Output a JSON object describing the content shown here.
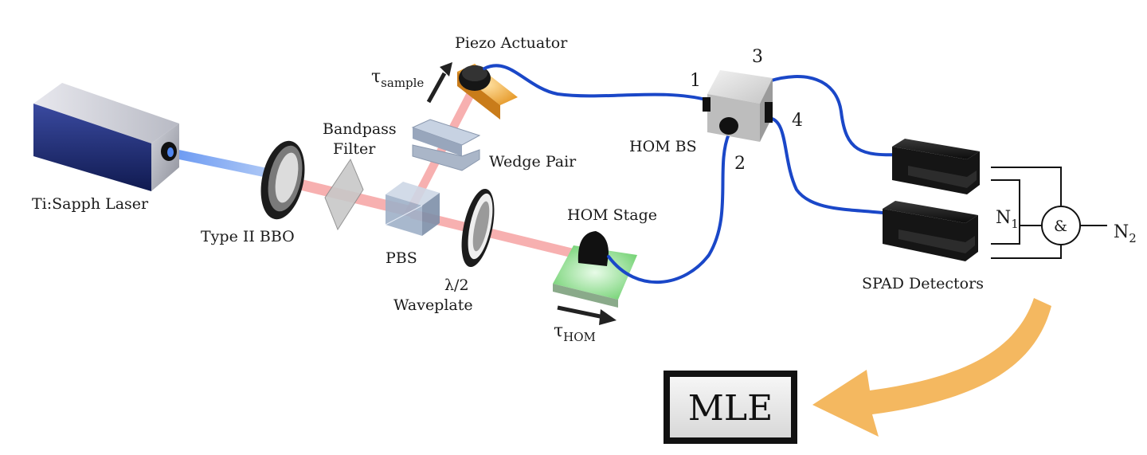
{
  "labels": {
    "laser": "Ti:Sapph Laser",
    "bbo": "Type II BBO",
    "bandpass_line1": "Bandpass",
    "bandpass_line2": "Filter",
    "pbs": "PBS",
    "waveplate_line1": "λ/2",
    "waveplate_line2": "Waveplate",
    "wedge_pair": "Wedge Pair",
    "piezo": "Piezo Actuator",
    "tau_sample_main": "τ",
    "tau_sample_sub": "sample",
    "hom_stage": "HOM Stage",
    "tau_hom_main": "τ",
    "tau_hom_sub": "HOM",
    "hom_bs": "HOM BS",
    "port1": "1",
    "port2": "2",
    "port3": "3",
    "port4": "4",
    "spad": "SPAD Detectors",
    "n1_main": "N",
    "n1_sub": "1",
    "n2_main": "N",
    "n2_sub": "2",
    "and_gate": "&",
    "mle": "MLE"
  },
  "colors": {
    "blue_beam": "#7aa6f0",
    "red_beam": "#f08080",
    "fiber": "#1a47c8",
    "mle_arrow": "#f4b860",
    "hom_stage_plate": "#7fd67f",
    "piezo_plate": "#f0a030"
  }
}
